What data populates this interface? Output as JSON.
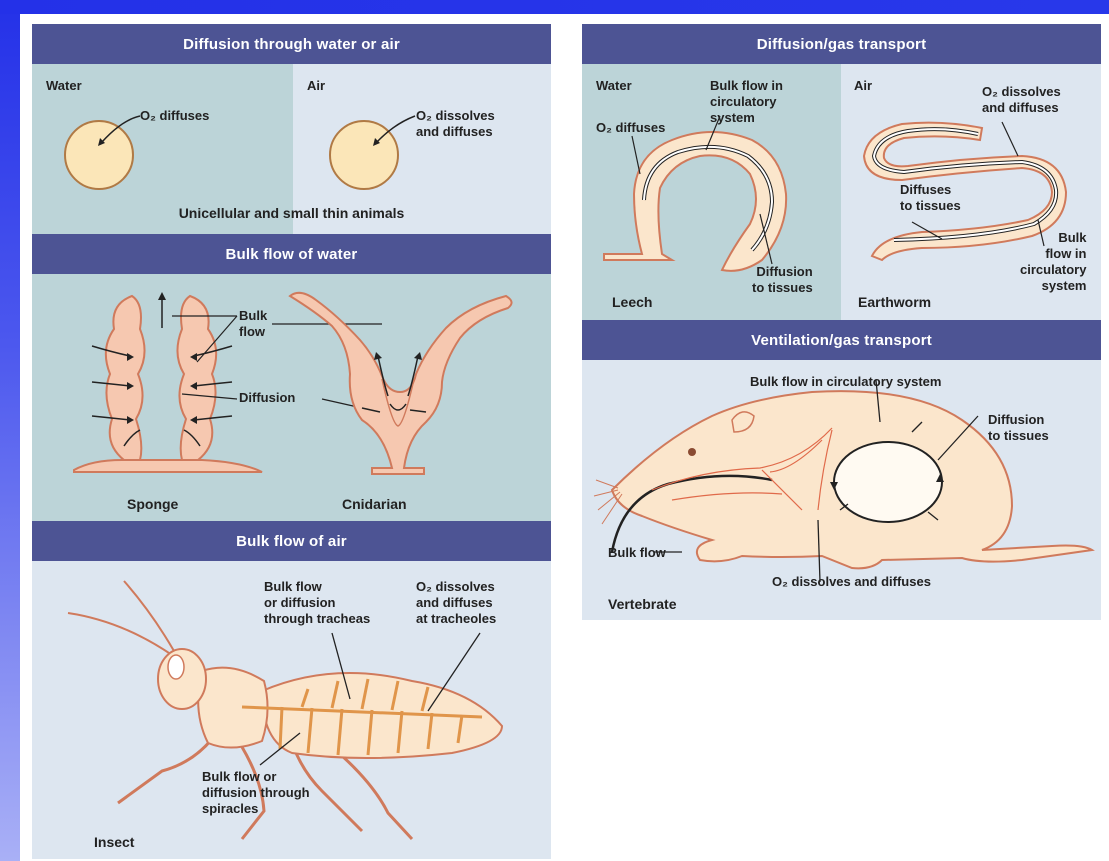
{
  "panels": {
    "diffusion_water_air": {
      "title": "Diffusion through water or air",
      "water_label": "Water",
      "air_label": "Air",
      "water_annotation": "O₂ diffuses",
      "air_annotation": "O₂ dissolves\nand diffuses",
      "caption": "Unicellular and small thin animals"
    },
    "bulk_flow_water": {
      "title": "Bulk flow of water",
      "bulk_flow": "Bulk\nflow",
      "diffusion": "Diffusion",
      "sponge": "Sponge",
      "cnidarian": "Cnidarian"
    },
    "bulk_flow_air": {
      "title": "Bulk flow of air",
      "tracheae": "Bulk flow\nor diffusion\nthrough tracheas",
      "tracheoles": "O₂ dissolves\nand diffuses\nat tracheoles",
      "spiracles": "Bulk flow or\ndiffusion through\nspiracles",
      "insect": "Insect"
    },
    "diffusion_gas_transport": {
      "title": "Diffusion/gas transport",
      "water_label": "Water",
      "air_label": "Air",
      "o2_diffuses": "O₂ diffuses",
      "bulk_flow_circ": "Bulk flow in\ncirculatory\nsystem",
      "diffusion_tissues": "Diffusion\nto tissues",
      "leech": "Leech",
      "o2_dissolves": "O₂ dissolves\nand diffuses",
      "diffuses_tissues": "Diffuses\nto tissues",
      "bulk_flow_circ_right": "Bulk\nflow in\ncirculatory\nsystem",
      "earthworm": "Earthworm"
    },
    "ventilation_gas_transport": {
      "title": "Ventilation/gas transport",
      "bulk_flow_circ": "Bulk flow in circulatory system",
      "diffusion_tissues": "Diffusion\nto tissues",
      "bulk_flow": "Bulk flow",
      "o2_dissolves": "O₂ dissolves and diffuses",
      "vertebrate": "Vertebrate"
    }
  },
  "colors": {
    "header": "#4d5494",
    "panel_teal": "#bcd4d8",
    "panel_light": "#dde6f0",
    "organism_fill": "#f8dcc4",
    "organism_stroke": "#d07a5c",
    "cell_fill": "#fbe6b8"
  }
}
